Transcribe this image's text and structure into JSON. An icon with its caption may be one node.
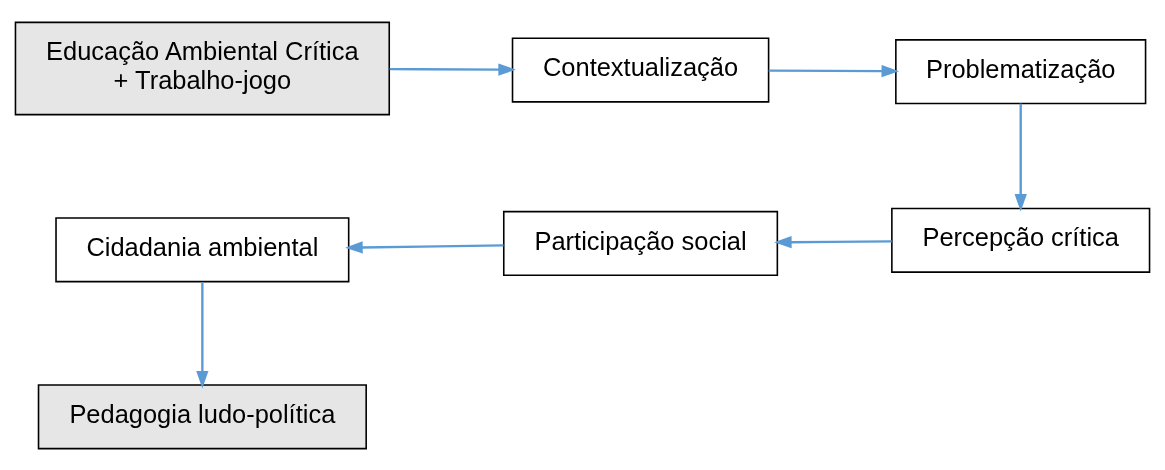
{
  "diagram": {
    "nodes": [
      {
        "text": [
          "Educação Ambiental Crítica + Trabalho-jogo"
        ]
      },
      {
        "text": [
          "Contextualização"
        ]
      },
      {
        "text": [
          "Problematização"
        ]
      },
      {
        "text": [
          "Percepção crítica"
        ]
      },
      {
        "text": [
          "Participação social"
        ]
      },
      {
        "text": [
          "Cidadania ambiental"
        ]
      },
      {
        "text": [
          "Pedagogia ludo-política"
        ]
      }
    ],
    "edges": [
      {
        "from": 0,
        "to": 1,
        "arrow": "to"
      },
      {
        "from": 1,
        "to": 2,
        "arrow": "to"
      },
      {
        "from": 2,
        "to": 3,
        "arrow": "to"
      },
      {
        "from": 3,
        "to": 4,
        "arrow": "to"
      },
      {
        "from": 4,
        "to": 5,
        "arrow": "to"
      },
      {
        "from": 5,
        "to": 6,
        "arrow": "to"
      }
    ]
  }
}
